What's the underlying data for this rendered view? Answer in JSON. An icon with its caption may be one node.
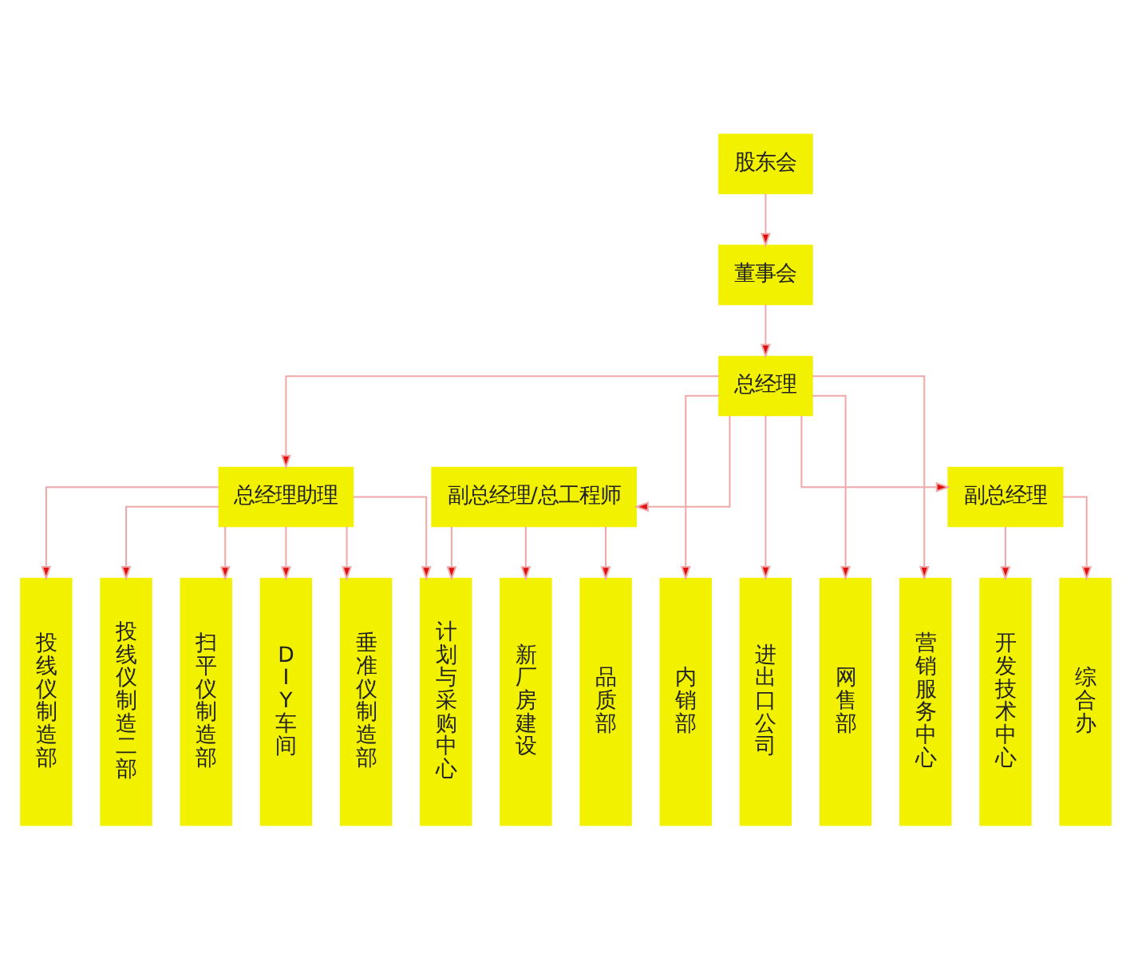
{
  "diagram": {
    "nodes": [
      {
        "text": [
          "股东会"
        ]
      },
      {
        "text": [
          "董事会"
        ]
      },
      {
        "text": [
          "总经理"
        ]
      },
      {
        "text": [
          "总经理助理"
        ]
      },
      {
        "text": [
          "副总经理/总工程师"
        ]
      },
      {
        "text": [
          "副总经理"
        ]
      },
      {
        "text": [
          "投线仪制造部"
        ]
      },
      {
        "text": [
          "投线仪制造二部"
        ]
      },
      {
        "text": [
          "扫平仪制造部"
        ]
      },
      {
        "text": [
          "DIY车间"
        ]
      },
      {
        "text": [
          "垂准仪制造部"
        ]
      },
      {
        "text": [
          "计划与采购中心"
        ]
      },
      {
        "text": [
          "新厂房建设"
        ]
      },
      {
        "text": [
          "品质部"
        ]
      },
      {
        "text": [
          "内销部"
        ]
      },
      {
        "text": [
          "进出口公司"
        ]
      },
      {
        "text": [
          "网售部"
        ]
      },
      {
        "text": [
          "营销服务中心"
        ]
      },
      {
        "text": [
          "开发技术中心"
        ]
      },
      {
        "text": [
          "综合办"
        ]
      }
    ],
    "edges": [
      {
        "from": 0,
        "to": 1,
        "arrow": "to"
      },
      {
        "from": 1,
        "to": 2,
        "arrow": "to"
      },
      {
        "from": 2,
        "to": 3,
        "arrow": "to"
      },
      {
        "from": 2,
        "to": 4,
        "arrow": "to"
      },
      {
        "from": 2,
        "to": 5,
        "arrow": "to"
      },
      {
        "from": 3,
        "to": 6,
        "arrow": "to"
      },
      {
        "from": 3,
        "to": 7,
        "arrow": "to"
      },
      {
        "from": 3,
        "to": 8,
        "arrow": "to"
      },
      {
        "from": 3,
        "to": 9,
        "arrow": "to"
      },
      {
        "from": 3,
        "to": 10,
        "arrow": "to"
      },
      {
        "from": 3,
        "to": 11,
        "arrow": "to"
      },
      {
        "from": 4,
        "to": 11,
        "arrow": "to"
      },
      {
        "from": 4,
        "to": 12,
        "arrow": "to"
      },
      {
        "from": 4,
        "to": 13,
        "arrow": "to"
      },
      {
        "from": 2,
        "to": 14,
        "arrow": "to"
      },
      {
        "from": 2,
        "to": 15,
        "arrow": "to"
      },
      {
        "from": 2,
        "to": 16,
        "arrow": "to"
      },
      {
        "from": 2,
        "to": 17,
        "arrow": "to"
      },
      {
        "from": 5,
        "to": 18,
        "arrow": "to"
      },
      {
        "from": 5,
        "to": 19,
        "arrow": "to"
      }
    ]
  }
}
